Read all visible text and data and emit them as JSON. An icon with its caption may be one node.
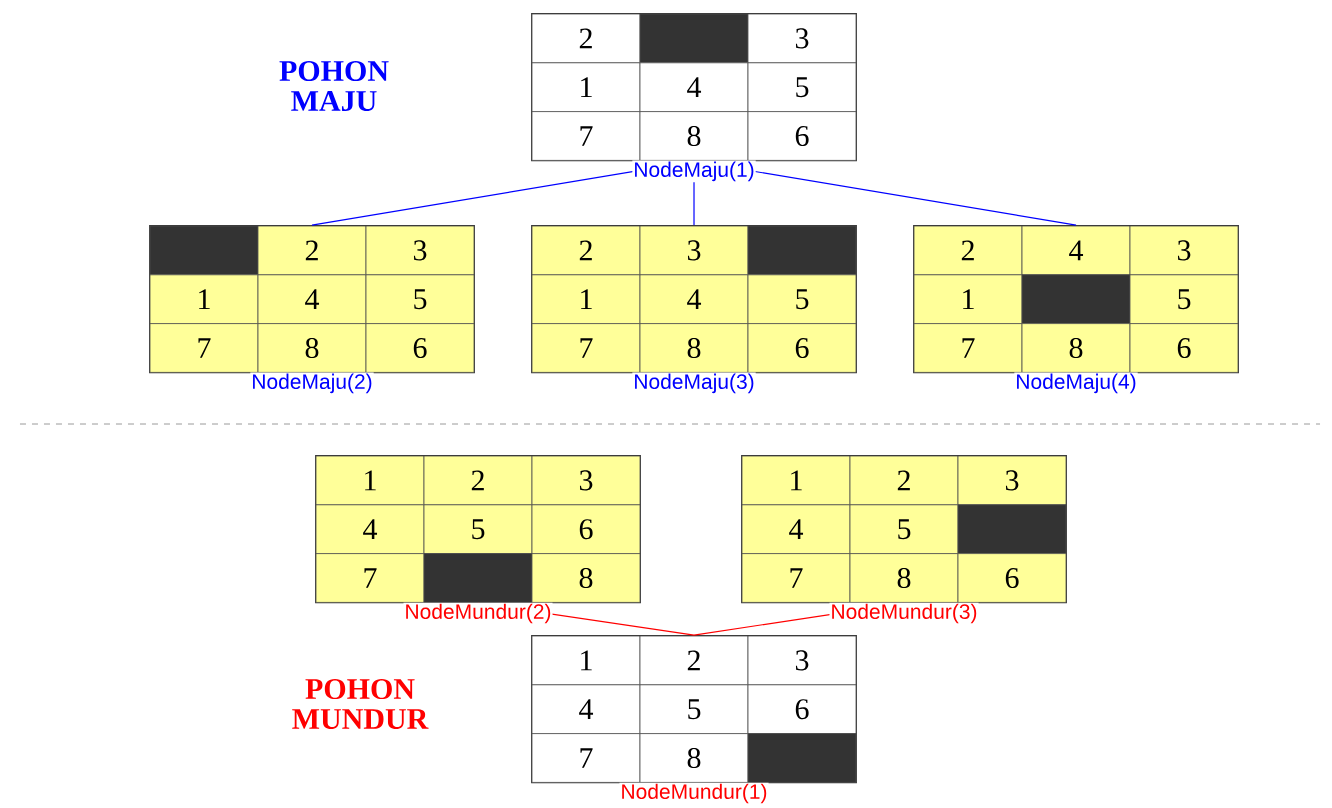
{
  "diagram": {
    "nodes": [
      {
        "text": [],
        "shape": "box",
        "beside": [
          "NodeMaju(1)"
        ]
      },
      {
        "text": [
          "2"
        ],
        "in": 0
      },
      {
        "text": [],
        "shape": "box",
        "in": 0
      },
      {
        "text": [
          "3"
        ],
        "in": 0
      },
      {
        "text": [
          "1"
        ],
        "in": 0
      },
      {
        "text": [
          "4"
        ],
        "in": 0
      },
      {
        "text": [
          "5"
        ],
        "in": 0
      },
      {
        "text": [
          "7"
        ],
        "in": 0
      },
      {
        "text": [
          "8"
        ],
        "in": 0
      },
      {
        "text": [
          "6"
        ],
        "in": 0
      },
      {
        "text": [],
        "shape": "box",
        "beside": [
          "NodeMaju(2)"
        ]
      },
      {
        "text": [],
        "shape": "box",
        "in": 10
      },
      {
        "text": [
          "2"
        ],
        "in": 10
      },
      {
        "text": [
          "3"
        ],
        "in": 10
      },
      {
        "text": [
          "1"
        ],
        "in": 10
      },
      {
        "text": [
          "4"
        ],
        "in": 10
      },
      {
        "text": [
          "5"
        ],
        "in": 10
      },
      {
        "text": [
          "7"
        ],
        "in": 10
      },
      {
        "text": [
          "8"
        ],
        "in": 10
      },
      {
        "text": [
          "6"
        ],
        "in": 10
      },
      {
        "text": [],
        "shape": "box",
        "beside": [
          "NodeMaju(3)"
        ]
      },
      {
        "text": [
          "2"
        ],
        "in": 20
      },
      {
        "text": [
          "3"
        ],
        "in": 20
      },
      {
        "text": [],
        "shape": "box",
        "in": 20
      },
      {
        "text": [
          "1"
        ],
        "in": 20
      },
      {
        "text": [
          "4"
        ],
        "in": 20
      },
      {
        "text": [
          "5"
        ],
        "in": 20
      },
      {
        "text": [
          "7"
        ],
        "in": 20
      },
      {
        "text": [
          "8"
        ],
        "in": 20
      },
      {
        "text": [
          "6"
        ],
        "in": 20
      },
      {
        "text": [],
        "shape": "box",
        "beside": [
          "NodeMaju(4)"
        ]
      },
      {
        "text": [
          "2"
        ],
        "in": 30
      },
      {
        "text": [
          "4"
        ],
        "in": 30
      },
      {
        "text": [
          "3"
        ],
        "in": 30
      },
      {
        "text": [
          "1"
        ],
        "in": 30
      },
      {
        "text": [],
        "shape": "box",
        "in": 30
      },
      {
        "text": [
          "5"
        ],
        "in": 30
      },
      {
        "text": [
          "7"
        ],
        "in": 30
      },
      {
        "text": [
          "8"
        ],
        "in": 30
      },
      {
        "text": [
          "6"
        ],
        "in": 30
      },
      {
        "text": [],
        "shape": "box",
        "beside": [
          "NodeMundur(2)"
        ]
      },
      {
        "text": [
          "1"
        ],
        "in": 40
      },
      {
        "text": [
          "2"
        ],
        "in": 40
      },
      {
        "text": [
          "3"
        ],
        "in": 40
      },
      {
        "text": [
          "4"
        ],
        "in": 40
      },
      {
        "text": [
          "5"
        ],
        "in": 40
      },
      {
        "text": [
          "6"
        ],
        "in": 40
      },
      {
        "text": [
          "7"
        ],
        "in": 40
      },
      {
        "text": [],
        "shape": "box",
        "in": 40
      },
      {
        "text": [
          "8"
        ],
        "in": 40
      },
      {
        "text": [],
        "shape": "box",
        "beside": [
          "NodeMundur(3)"
        ]
      },
      {
        "text": [
          "1"
        ],
        "in": 50
      },
      {
        "text": [
          "2"
        ],
        "in": 50
      },
      {
        "text": [
          "3"
        ],
        "in": 50
      },
      {
        "text": [
          "4"
        ],
        "in": 50
      },
      {
        "text": [
          "5"
        ],
        "in": 50
      },
      {
        "text": [],
        "shape": "box",
        "in": 50
      },
      {
        "text": [
          "7"
        ],
        "in": 50
      },
      {
        "text": [
          "8"
        ],
        "in": 50
      },
      {
        "text": [
          "6"
        ],
        "in": 50
      },
      {
        "text": [],
        "shape": "box",
        "beside": [
          "NodeMundur(1)"
        ]
      },
      {
        "text": [
          "1"
        ],
        "in": 60
      },
      {
        "text": [
          "2"
        ],
        "in": 60
      },
      {
        "text": [
          "3"
        ],
        "in": 60
      },
      {
        "text": [
          "4"
        ],
        "in": 60
      },
      {
        "text": [
          "5"
        ],
        "in": 60
      },
      {
        "text": [
          "6"
        ],
        "in": 60
      },
      {
        "text": [
          "7"
        ],
        "in": 60
      },
      {
        "text": [
          "8"
        ],
        "in": 60
      },
      {
        "text": [],
        "shape": "box",
        "in": 60
      }
    ],
    "edges": [
      {
        "from": 0,
        "to": 10,
        "arrow": "none"
      },
      {
        "from": 0,
        "to": 20,
        "arrow": "none"
      },
      {
        "from": 0,
        "to": 30,
        "arrow": "none"
      },
      {
        "from": 60,
        "to": 40,
        "arrow": "none",
        "color": "#ff0000"
      },
      {
        "from": 60,
        "to": 50,
        "arrow": "none",
        "color": "#ff0000"
      }
    ],
    "labels": [
      "POHON MAJU",
      "POHON MUNDUR"
    ]
  }
}
